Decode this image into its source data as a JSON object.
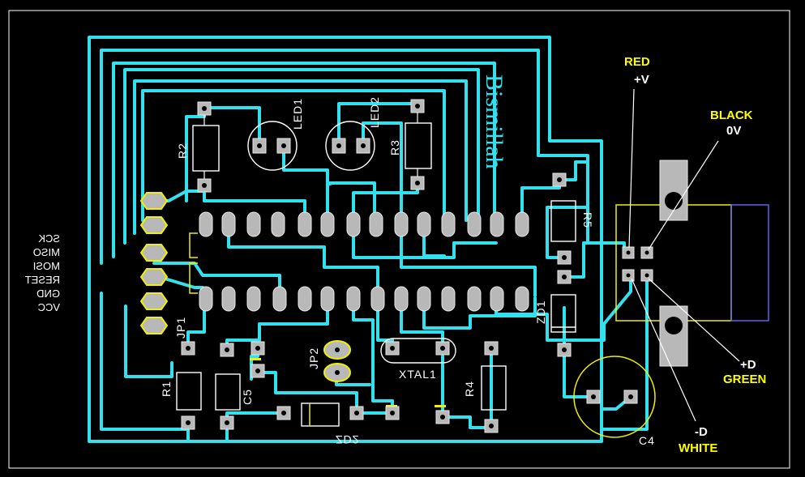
{
  "board": {
    "logo_text": "Bismillah",
    "colors": {
      "trace": "#33e0ee",
      "pad": "#b8b8b8",
      "silkscreen": "#ffffff",
      "label": "#ffff00",
      "background": "#000000"
    }
  },
  "components": {
    "led1": "LED1",
    "led2": "LED2",
    "r1": "R1",
    "r2": "R2",
    "r3": "R3",
    "r4": "R4",
    "r5": "R5",
    "c4": "C4",
    "c5": "C5",
    "jp1": "JP1",
    "jp2": "JP2",
    "xtal1": "XTAL1",
    "zd1": "ZD1",
    "zd2": "ZD2"
  },
  "isp_pins": [
    "SCK",
    "MISO",
    "MOSI",
    "RESET",
    "GND",
    "VCC"
  ],
  "usb_wires": {
    "red_color": "RED",
    "red_signal": "+V",
    "black_color": "BLACK",
    "black_signal": "0V",
    "green_signal": "+D",
    "green_color": "GREEN",
    "white_signal": "-D",
    "white_color": "WHITE"
  }
}
